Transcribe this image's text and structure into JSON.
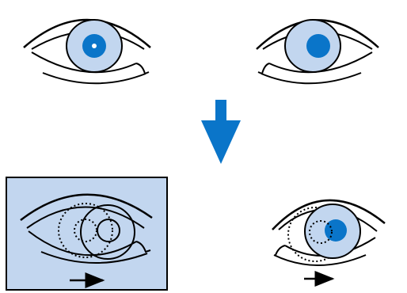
{
  "colors": {
    "iris_light": "#c2d6ef",
    "pupil": "#0a75c9",
    "arrow_blue": "#0a75c9",
    "panel_fill": "#c2d6ef",
    "ink": "#000000"
  },
  "panels": [
    {
      "name": "eye-top-left",
      "pupil": "centered",
      "highlight": true
    },
    {
      "name": "eye-top-right",
      "pupil": "shifted-right",
      "highlight": false
    },
    {
      "name": "eye-bottom-left",
      "pupil": "superimposed-movement",
      "highlight": true
    },
    {
      "name": "eye-bottom-right",
      "pupil": "shifted-right-with-trace",
      "highlight": false
    }
  ],
  "icons": {
    "down_arrow": "down-arrow-icon",
    "motion_arrow": "right-arrow-icon"
  }
}
